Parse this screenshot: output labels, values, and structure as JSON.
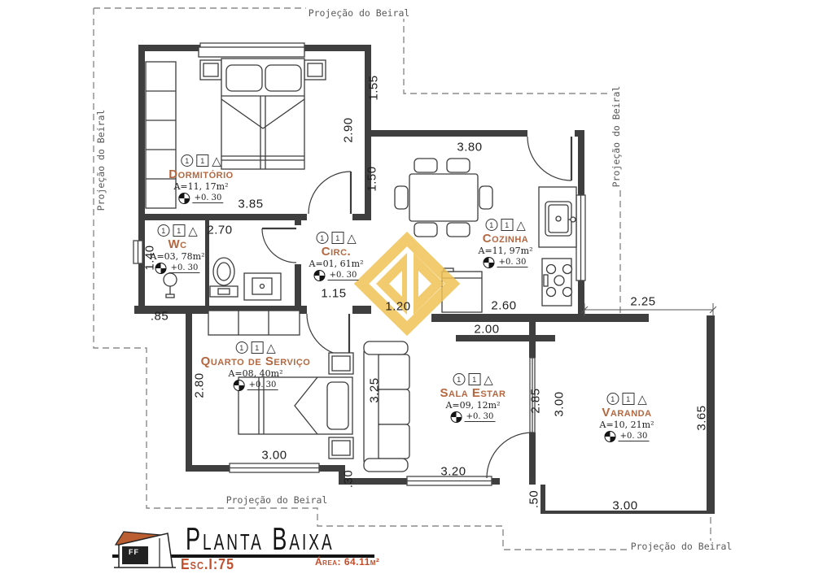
{
  "labels": {
    "eave": "Projeção do Beiral",
    "level": "+0. 30"
  },
  "symbols": {
    "circle": "1",
    "square": "1",
    "triangle": "△"
  },
  "rooms": [
    {
      "name": "Dormitório",
      "area": "A=11, 17m²"
    },
    {
      "name": "Wc",
      "area": "A=03, 78m²"
    },
    {
      "name": "Circ.",
      "area": "A=01, 61m²"
    },
    {
      "name": "Cozinha",
      "area": "A=11, 97m²"
    },
    {
      "name": "Quarto de Serviço",
      "area": "A=08, 40m²"
    },
    {
      "name": "Sala Estar",
      "area": "A=09, 12m²"
    },
    {
      "name": "Varanda",
      "area": "A=10, 21m²"
    }
  ],
  "dims": {
    "dorm_width": "3.85",
    "right_top": "1.55",
    "dorm_height": "2.90",
    "kitchen_left": "1.50",
    "kitchen_width": "3.80",
    "wc_width": "2.70",
    "wc_height": "1.40",
    "step_left": ".85",
    "circ_width": "1.15",
    "kitchen_pass": "1.20",
    "kitchen_bottom": "2.60",
    "sala_top": "2.00",
    "varanda_top": "2.25",
    "quarto_height": "2.80",
    "quarto_width": "3.00",
    "step_sala": ".30",
    "sala_height": "3.25",
    "sala_width": "3.20",
    "glass_height": "2.85",
    "varanda_left": "3.00",
    "varanda_bottom": "3.00",
    "varanda_right": "3.65",
    "varanda_step": ".50"
  },
  "title_block": {
    "title": "Planta Baixa",
    "scale": "Esc.I:75",
    "area_total": "Área: 64.11m²",
    "logo_text": "FF"
  },
  "colors": {
    "room_name_accent": "#B5673F",
    "title_accent": "#C14F2E",
    "watermark_gold": "#F0C355",
    "wall": "#3F3F3F",
    "eave_dash": "#8C8C8C"
  }
}
